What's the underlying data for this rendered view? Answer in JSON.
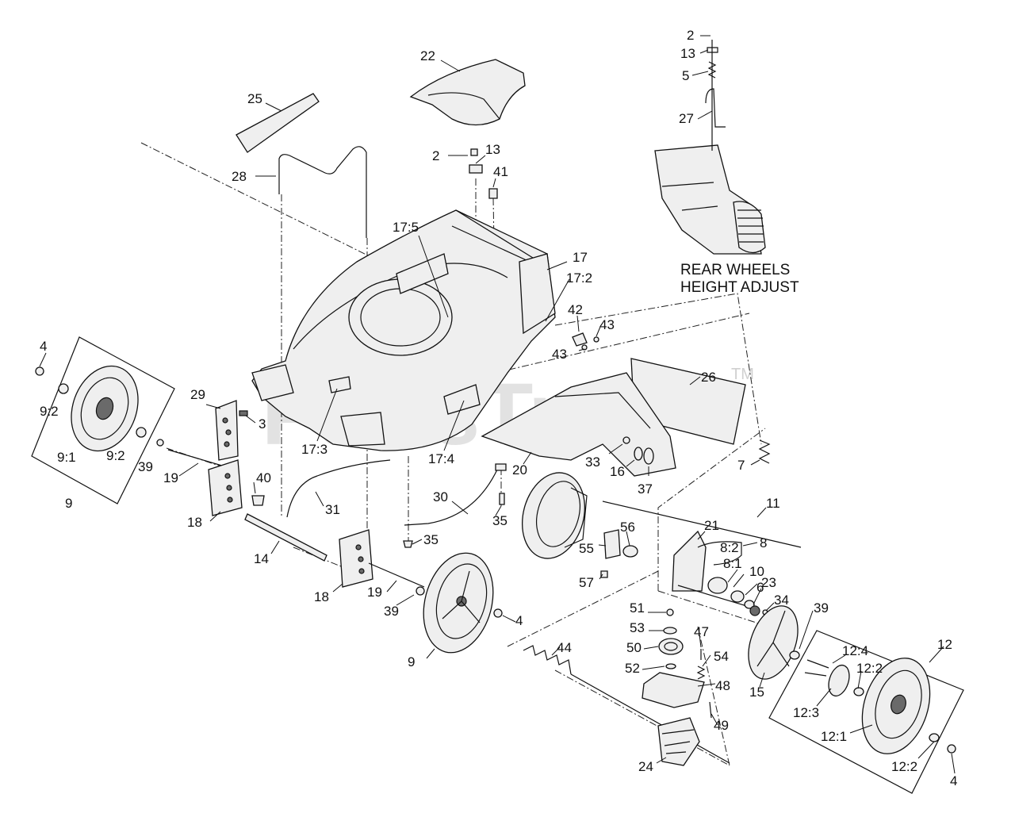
{
  "watermark": {
    "text": "PartsTree",
    "tm": "TM"
  },
  "caption": {
    "line1": "REAR WHEELS",
    "line2": "HEIGHT ADJUST"
  },
  "callouts": {
    "c2a": "2",
    "c13a": "13",
    "c5": "5",
    "c27": "27",
    "c22": "22",
    "c25": "25",
    "c2b": "2",
    "c13b": "13",
    "c41": "41",
    "c28": "28",
    "c17_5": "17:5",
    "c17": "17",
    "c17_2": "17:2",
    "c42": "42",
    "c43a": "43",
    "c43b": "43",
    "c26": "26",
    "c4a": "4",
    "c9_2a": "9:2",
    "c9_1": "9:1",
    "c9_2b": "9:2",
    "c39a": "39",
    "c9a": "9",
    "c29": "29",
    "c3": "3",
    "c17_3": "17:3",
    "c17_4": "17:4",
    "c19a": "19",
    "c40": "40",
    "c18a": "18",
    "c31": "31",
    "c14": "14",
    "c20": "20",
    "c33": "33",
    "c16": "16",
    "c37": "37",
    "c7": "7",
    "c30": "30",
    "c35a": "35",
    "c35b": "35",
    "c11": "11",
    "c21": "21",
    "c8": "8",
    "c8_2": "8:2",
    "c8_1": "8:1",
    "c10": "10",
    "c23": "23",
    "c6": "6",
    "c34": "34",
    "c55": "55",
    "c56": "56",
    "c57": "57",
    "c18b": "18",
    "c19b": "19",
    "c39b": "39",
    "c9b": "9",
    "c4b": "4",
    "c44": "44",
    "c51": "51",
    "c53": "53",
    "c50": "50",
    "c52": "52",
    "c47": "47",
    "c54": "54",
    "c48": "48",
    "c49": "49",
    "c24": "24",
    "c39c": "39",
    "c15": "15",
    "c12": "12",
    "c12_4": "12:4",
    "c12_2a": "12:2",
    "c12_3": "12:3",
    "c12_1": "12:1",
    "c12_2b": "12:2",
    "c4c": "4"
  }
}
